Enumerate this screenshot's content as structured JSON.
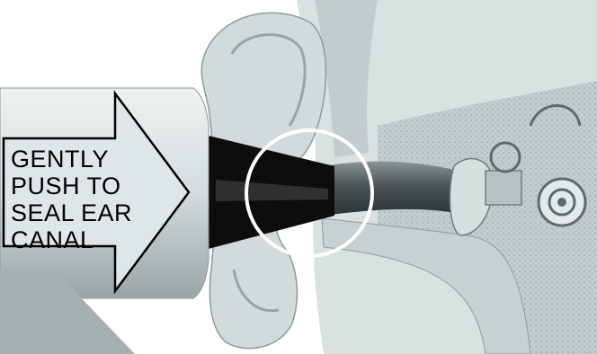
{
  "instruction": {
    "lines": [
      "GENTLY",
      "PUSH TO",
      "SEAL EAR",
      "CANAL"
    ]
  },
  "colors": {
    "probe_body": "#d6dfe0",
    "probe_tip": "#0a0a0a",
    "tissue": "#cfd8d8",
    "bone": "#b8c2c3",
    "canal": "#5d6566",
    "highlight_circle": "#ffffff"
  },
  "icons": {
    "arrow": "right-arrow-outline",
    "circle": "highlight-ring"
  }
}
